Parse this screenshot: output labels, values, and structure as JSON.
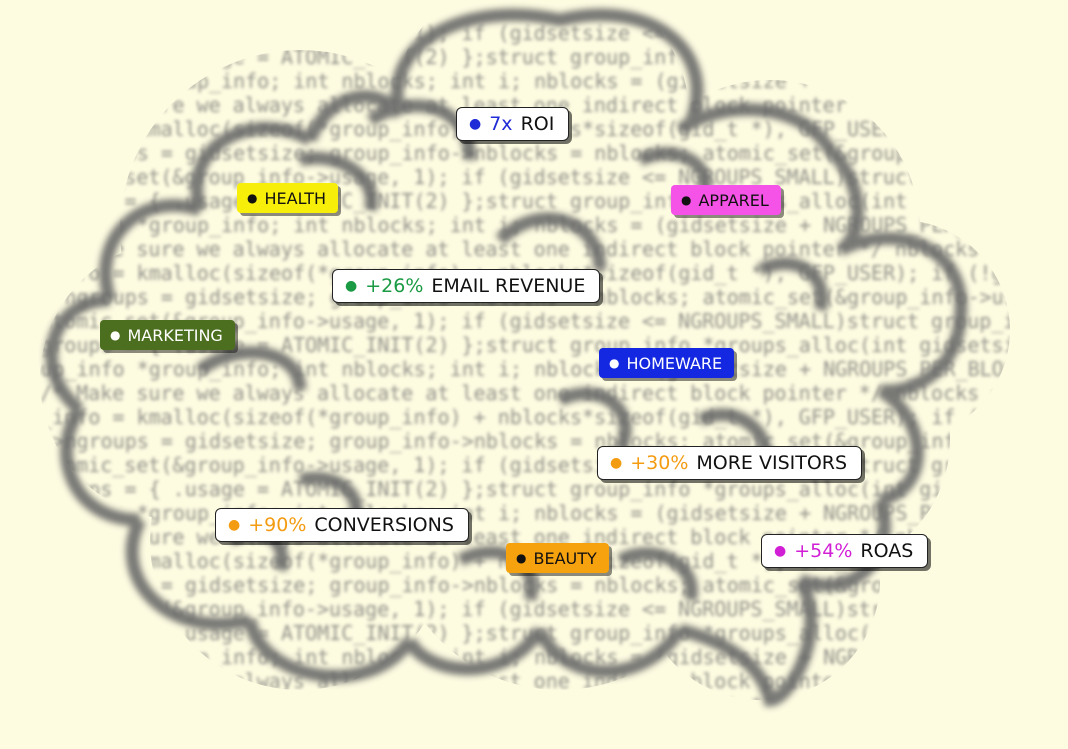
{
  "colors": {
    "background": "#fdfbe0",
    "blue": "#1f2bd6",
    "green": "#1a9a43",
    "orange": "#f39c12",
    "magenta": "#d11fd6",
    "health_bg": "#f7ef0a",
    "apparel_bg": "#f552e8",
    "marketing_bg": "#4b6f1e",
    "homeware_bg": "#1328e0",
    "beauty_bg": "#f6a10e"
  },
  "metrics": [
    {
      "id": "roi",
      "value": "7x",
      "label": "ROI",
      "color": "#1f2bd6"
    },
    {
      "id": "email",
      "value": "+26%",
      "label": "EMAIL REVENUE",
      "color": "#1a9a43"
    },
    {
      "id": "visitors",
      "value": "+30%",
      "label": "MORE VISITORS",
      "color": "#f39c12"
    },
    {
      "id": "conversions",
      "value": "+90%",
      "label": "CONVERSIONS",
      "color": "#f39c12"
    },
    {
      "id": "roas",
      "value": "+54%",
      "label": "ROAS",
      "color": "#d11fd6"
    }
  ],
  "categories": [
    {
      "id": "health",
      "label": "HEALTH"
    },
    {
      "id": "apparel",
      "label": "APPAREL"
    },
    {
      "id": "marketing",
      "label": "MARKETING"
    },
    {
      "id": "homeware",
      "label": "HOMEWARE"
    },
    {
      "id": "beauty",
      "label": "BEAUTY"
    }
  ],
  "background_code": [
    "atomic_set(&group_info->usage, 1); if (gidsetsize <= NGROUPS_SMALL)struct group_info",
    "init_groups = { .usage = ATOMIC_INIT(2) };struct group_info *groups_alloc(int gidsetsize){",
    "struct group_info *group_info; int nblocks; int i; nblocks = (gidsetsize + NGROUPS_PER_BLOCK - 1) / NGROUPS_PER_BLOCK;",
    "/* Make sure we always allocate at least one indirect block pointer */ nblocks = nblocks ? : 1;",
    "group_info = kmalloc(sizeof(*group_info) + nblocks*sizeof(gid_t *), GFP_USER); if (!group_info) return NULL;",
    "group_info->ngroups = gidsetsize; group_info->nblocks = nblocks; atomic_set(&group_info->usage, 1);"
  ]
}
